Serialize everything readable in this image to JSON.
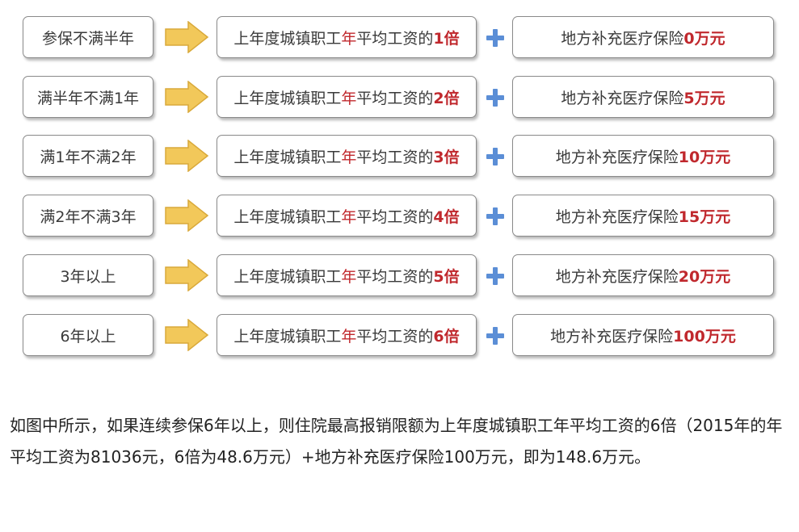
{
  "rows": [
    {
      "condition": "参保不满半年",
      "formula_pre": "上年度城镇职工",
      "formula_red": "年",
      "formula_mid": "平均工资的",
      "multiplier": "1倍",
      "ins_pre": "地方补充医疗保险",
      "ins_amount": "0万元"
    },
    {
      "condition": "满半年不满1年",
      "formula_pre": "上年度城镇职工",
      "formula_red": "年",
      "formula_mid": "平均工资的",
      "multiplier": "2倍",
      "ins_pre": "地方补充医疗保险",
      "ins_amount": "5万元"
    },
    {
      "condition": "满1年不满2年",
      "formula_pre": "上年度城镇职工",
      "formula_red": "年",
      "formula_mid": "平均工资的",
      "multiplier": "3倍",
      "ins_pre": "地方补充医疗保险",
      "ins_amount": "10万元"
    },
    {
      "condition": "满2年不满3年",
      "formula_pre": "上年度城镇职工",
      "formula_red": "年",
      "formula_mid": "平均工资的",
      "multiplier": "4倍",
      "ins_pre": "地方补充医疗保险",
      "ins_amount": "15万元"
    },
    {
      "condition": "3年以上",
      "formula_pre": "上年度城镇职工",
      "formula_red": "年",
      "formula_mid": "平均工资的",
      "multiplier": "5倍",
      "ins_pre": "地方补充医疗保险",
      "ins_amount": "20万元"
    },
    {
      "condition": "6年以上",
      "formula_pre": "上年度城镇职工",
      "formula_red": "年",
      "formula_mid": "平均工资的",
      "multiplier": "6倍",
      "ins_pre": "地方补充医疗保险",
      "ins_amount": "100万元"
    }
  ],
  "colors": {
    "highlight": "#c0282d",
    "arrow": "#f2c85a",
    "plus": "#5b8ed6"
  },
  "paragraph": "如图中所示，如果连续参保6年以上，则住院最高报销限额为上年度城镇职工年平均工资的6倍（2015年的年平均工资为81036元，6倍为48.6万元）+地方补充医疗保险100万元，即为148.6万元。"
}
